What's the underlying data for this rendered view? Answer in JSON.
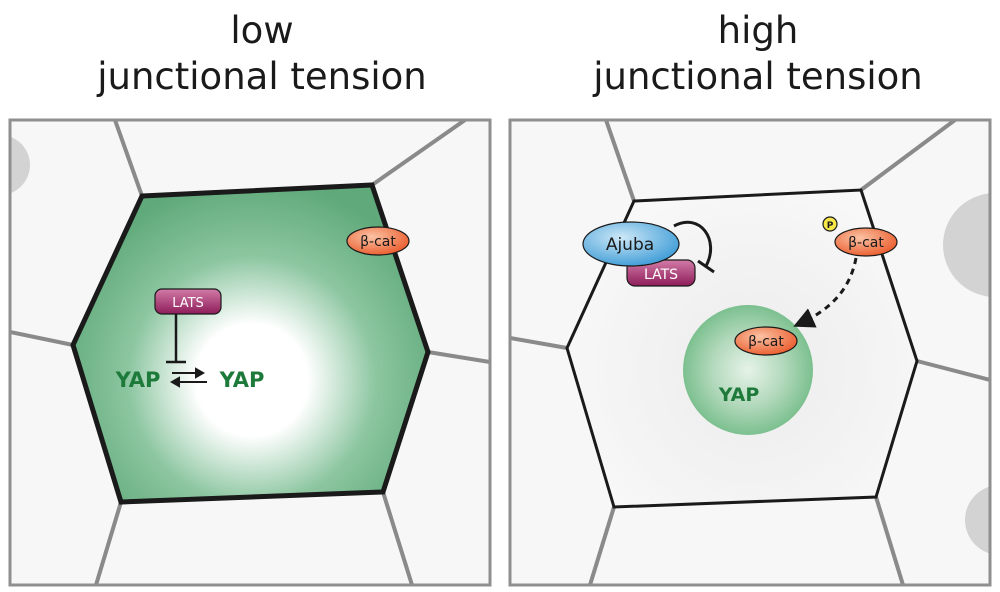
{
  "panels": {
    "left": {
      "title_line1": "low",
      "title_line2": "junctional tension"
    },
    "right": {
      "title_line1": "high",
      "title_line2": "junctional tension"
    }
  },
  "labels": {
    "lats": "LATS",
    "yap": "YAP",
    "beta_cat": "β-cat",
    "ajuba": "Ajuba",
    "phospho": "P"
  },
  "colors": {
    "cytoplasm_green": "#5fa97a",
    "nucleus_green": "#7cc08f",
    "beta_cat_orange": "#ee6c3c",
    "lats_magenta": "#a3266a",
    "ajuba_blue": "#46a6dd",
    "phospho_yellow": "#f7e84a",
    "yap_text_green": "#1e7a3a"
  }
}
